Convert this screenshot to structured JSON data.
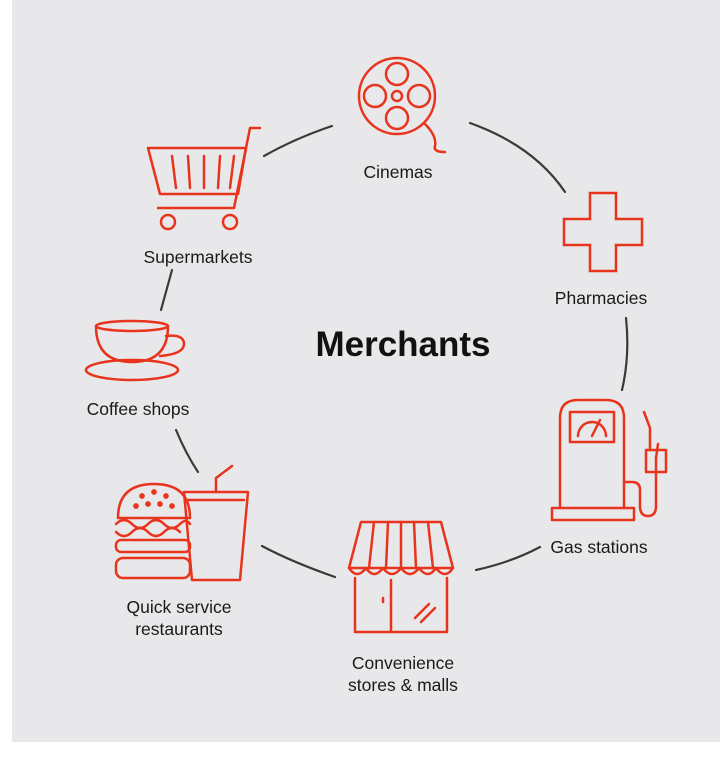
{
  "title": "Merchants",
  "colors": {
    "accent": "#e8341c",
    "connector": "#3a3a3a",
    "background": "#e8e8ea"
  },
  "merchants": [
    {
      "label": "Cinemas",
      "icon": "film-reel-icon"
    },
    {
      "label": "Pharmacies",
      "icon": "medical-cross-icon"
    },
    {
      "label": "Gas stations",
      "icon": "gas-pump-icon"
    },
    {
      "label": "Convenience\nstores & malls",
      "icon": "storefront-icon"
    },
    {
      "label": "Quick service\nrestaurants",
      "icon": "burger-drink-icon"
    },
    {
      "label": "Coffee shops",
      "icon": "coffee-cup-icon"
    },
    {
      "label": "Supermarkets",
      "icon": "shopping-cart-icon"
    }
  ]
}
